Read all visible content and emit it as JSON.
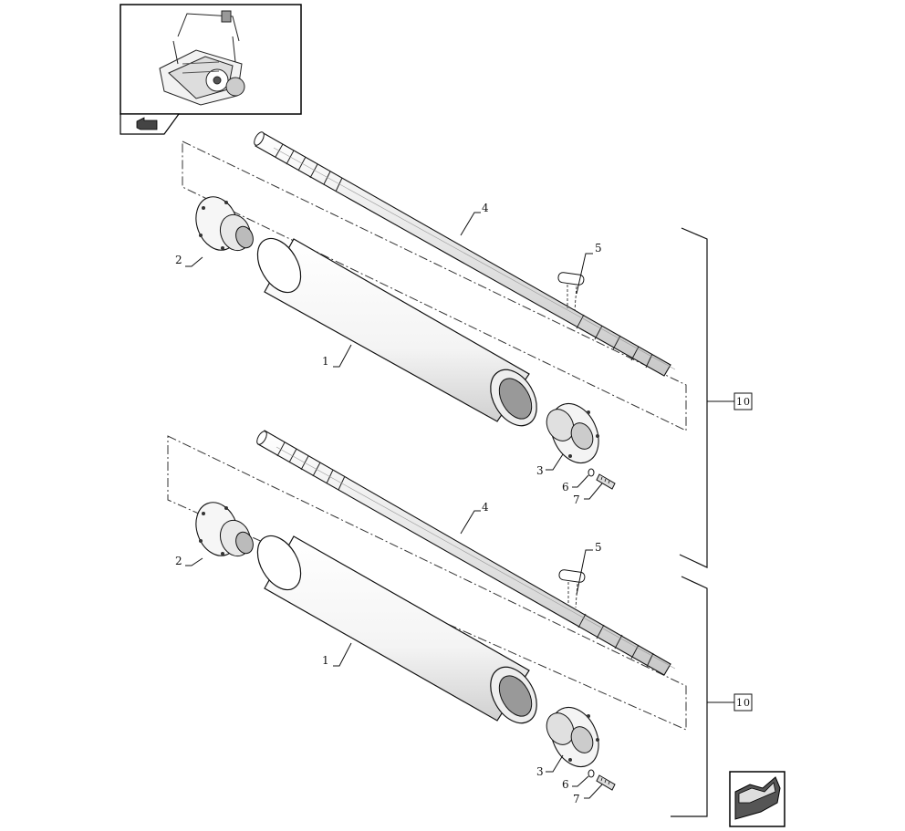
{
  "diagram": {
    "top_assembly": {
      "callouts": [
        "1",
        "2",
        "3",
        "4",
        "5",
        "6",
        "7"
      ],
      "group_ref": "10"
    },
    "bottom_assembly": {
      "callouts": [
        "1",
        "2",
        "3",
        "4",
        "5",
        "6",
        "7"
      ],
      "group_ref": "10"
    }
  },
  "icons": {
    "overview": "machine-overview-thumbnail",
    "previous": "previous-page-arrow-icon",
    "next": "next-page-arrow-icon"
  }
}
